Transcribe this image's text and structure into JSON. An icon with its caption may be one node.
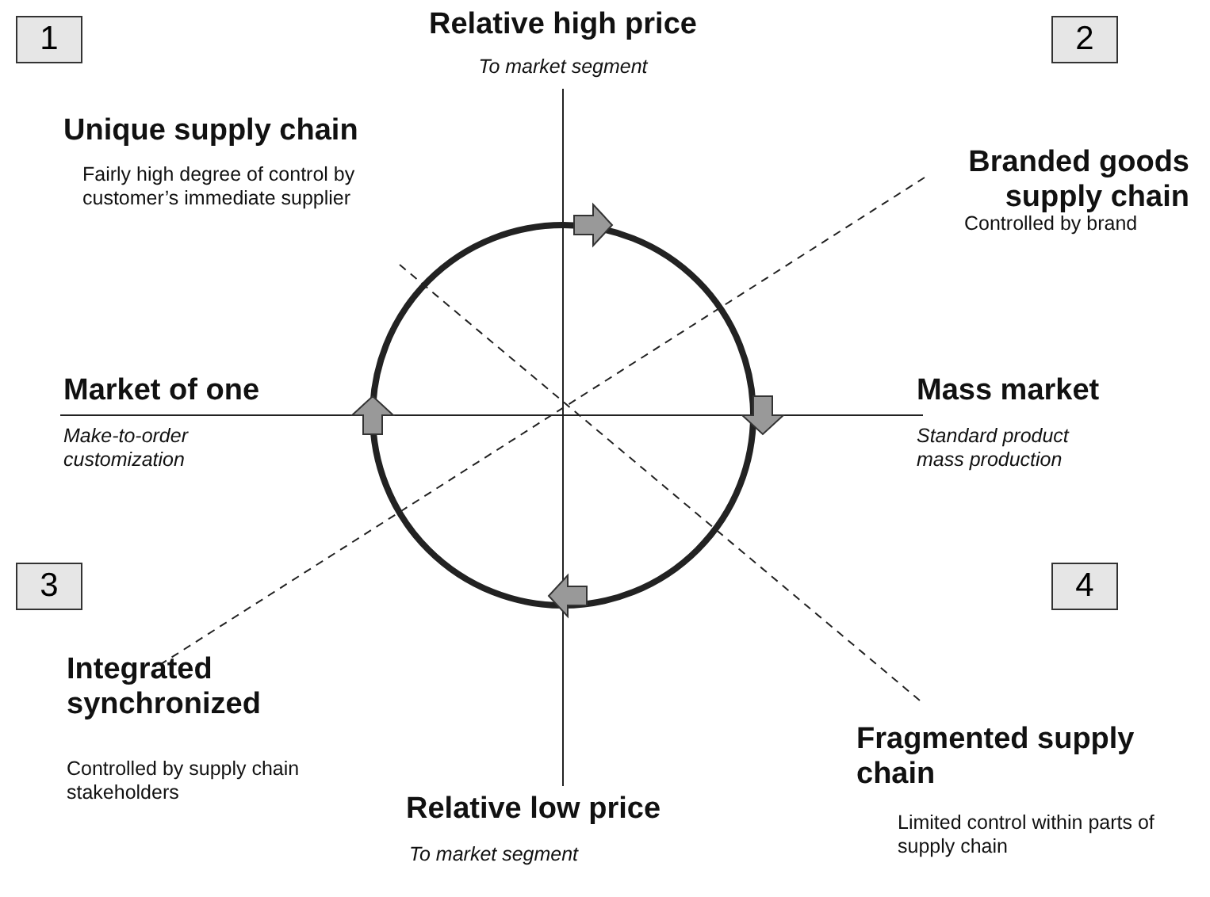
{
  "diagram": {
    "nodes": [
      {
        "text": [
          "1"
        ]
      },
      {
        "text": [
          "2"
        ]
      },
      {
        "text": [
          "3"
        ]
      },
      {
        "text": [
          "4"
        ]
      },
      {
        "text": [],
        "shape": "circle"
      }
    ],
    "labels": [
      "Relative high price",
      "To market segment",
      "Unique supply chain",
      "Fairly high degree of control by customer’s immediate supplier",
      "Branded goods supply chain",
      "Controlled by brand",
      "Market of one",
      "Make-to-order customization",
      "Mass market",
      "Standard product mass production",
      "Integrated synchronized",
      "Controlled by supply chain stakeholders",
      "Fragmented supply chain",
      "Limited control within parts of supply chain",
      "Relative low price",
      "To market segment"
    ]
  }
}
